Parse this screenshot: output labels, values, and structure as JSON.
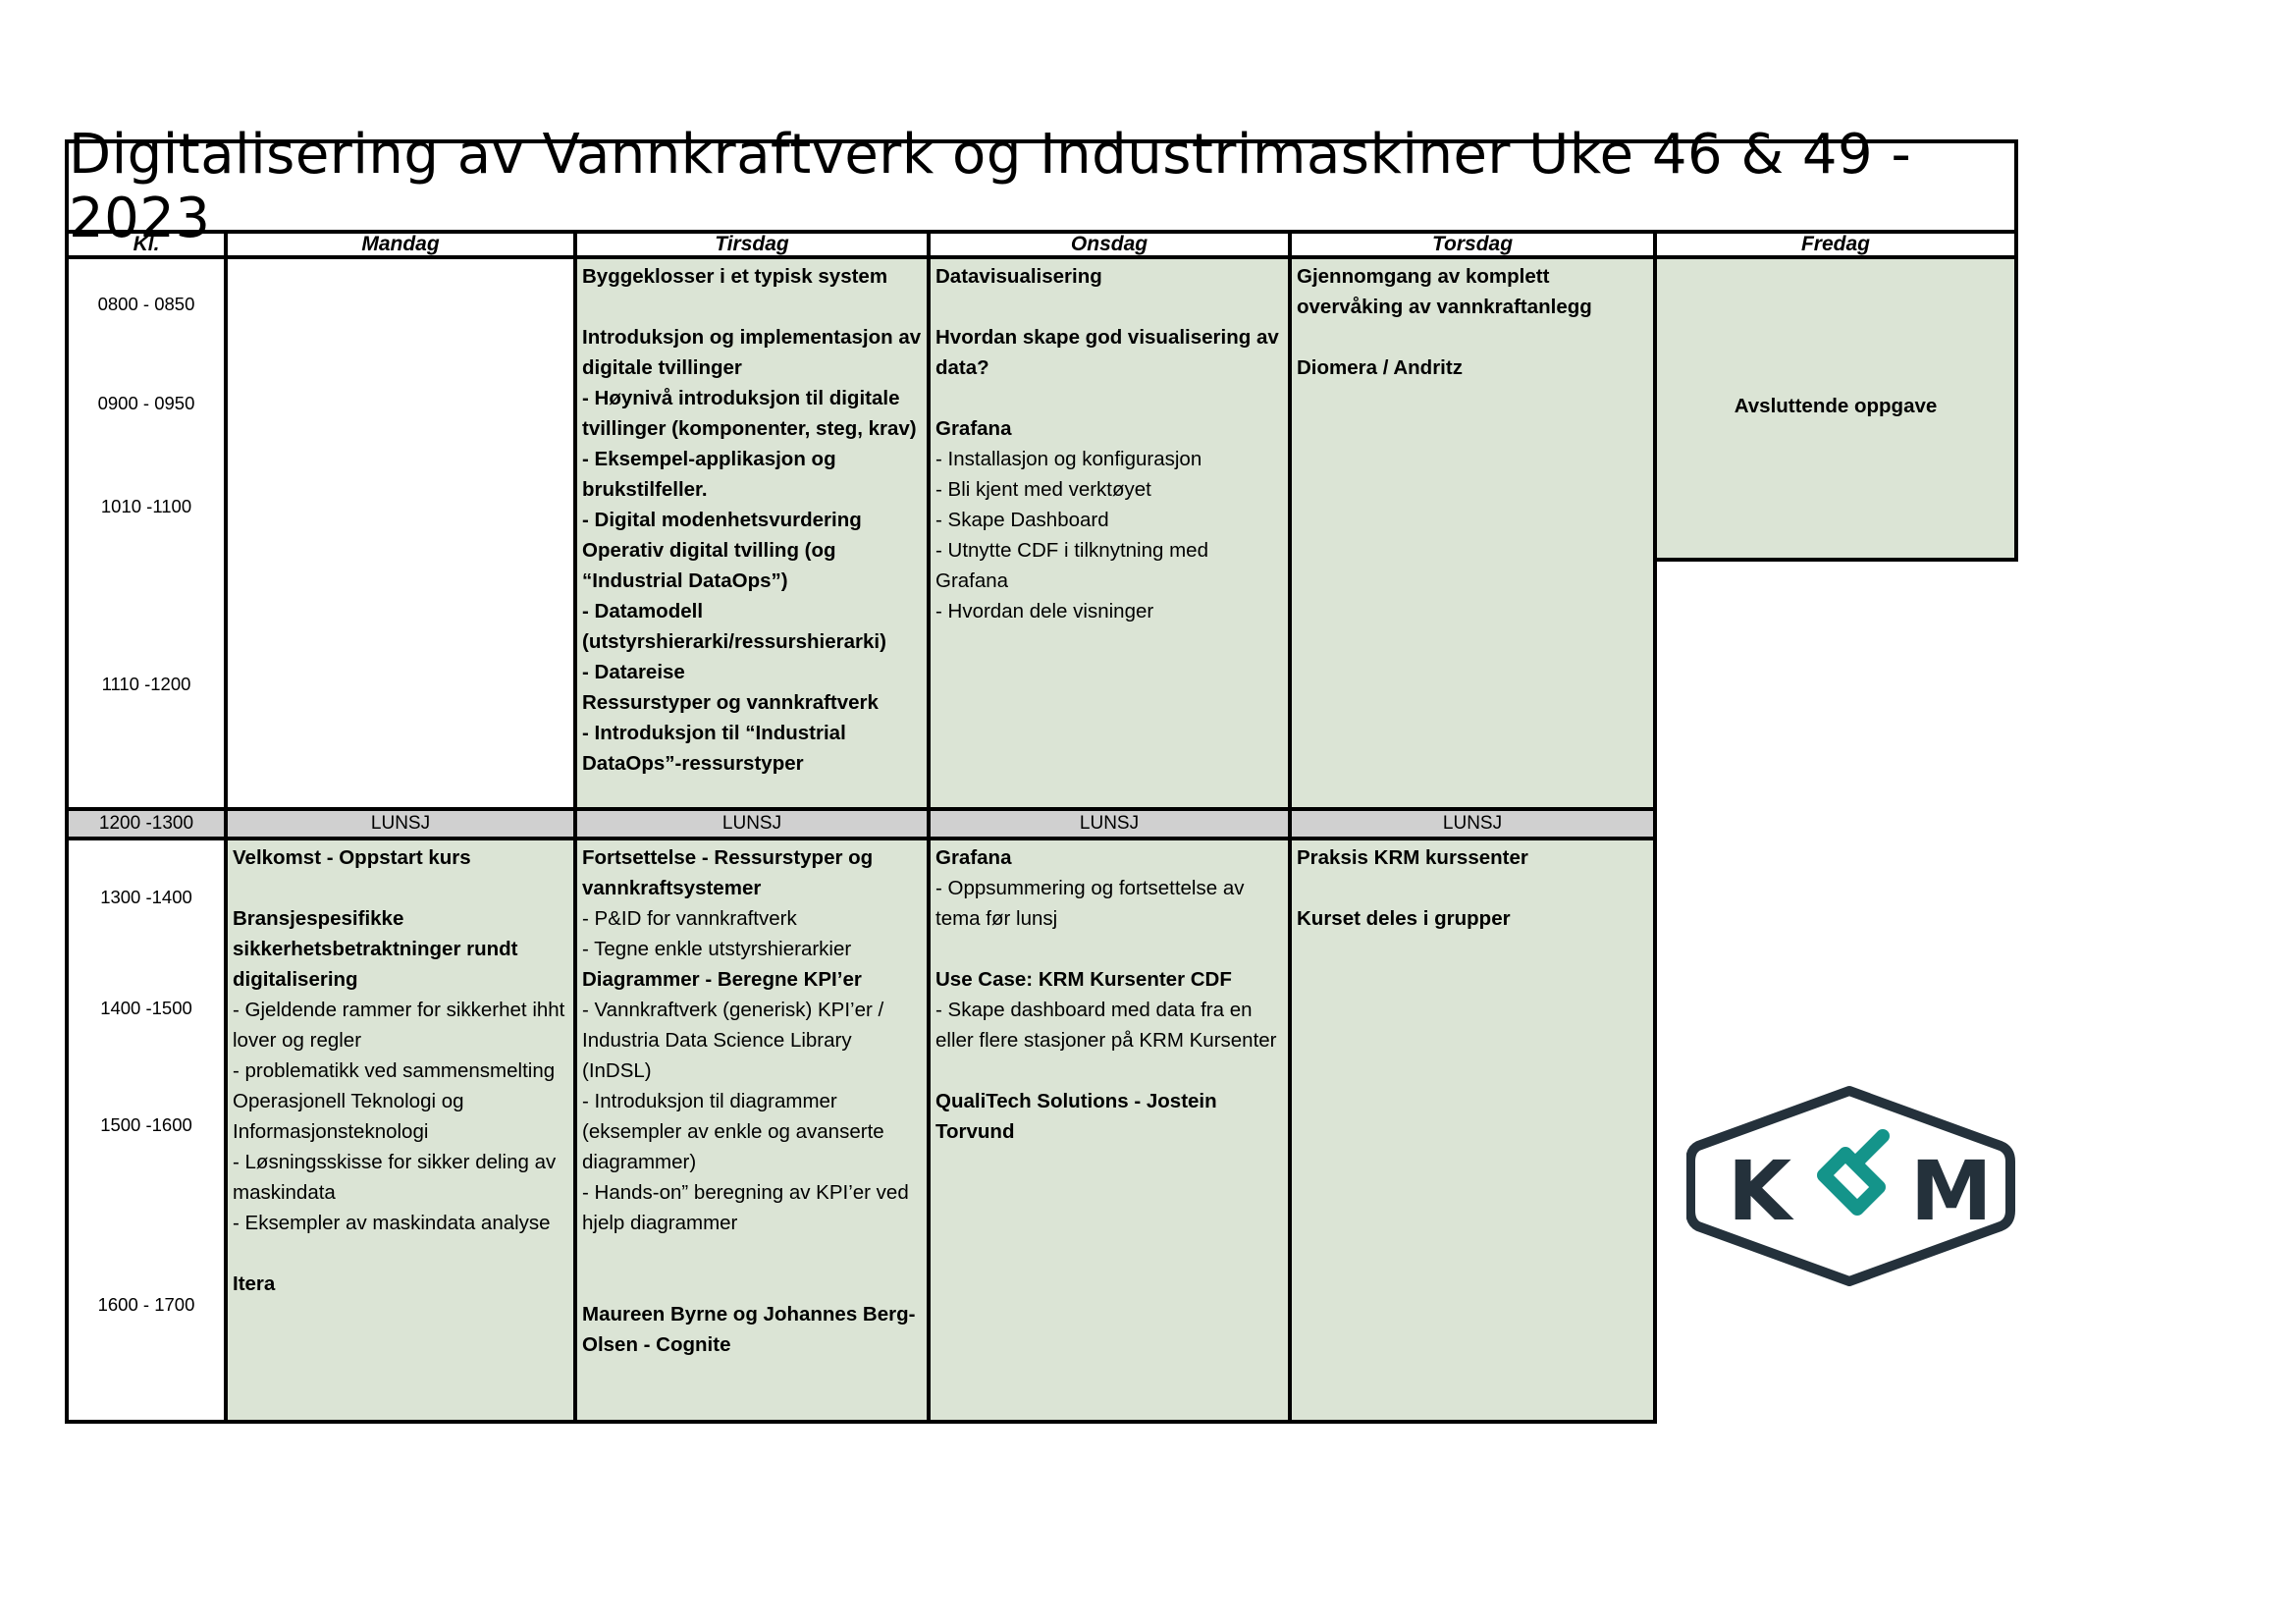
{
  "title": "Digitalisering av Vannkraftverk og Industrimaskiner Uke 46 & 49 - 2023",
  "headers": {
    "kl": "Kl.",
    "mandag": "Mandag",
    "tirsdag": "Tirsdag",
    "onsdag": "Onsdag",
    "torsdag": "Torsdag",
    "fredag": "Fredag"
  },
  "times": [
    "0800 - 0850",
    "0900 - 0950",
    "1010 -1100",
    "1110 -1200",
    "1200 -1300",
    "1300 -1400",
    "1400 -1500",
    "1500 -1600",
    "1600 - 1700"
  ],
  "lunsj": "LUNSJ",
  "morning": {
    "tirsdag": [
      {
        "t": "Byggeklosser i et typisk system",
        "b": true
      },
      {
        "t": "",
        "b": false
      },
      {
        "t": "Introduksjon og implementasjon av digitale tvillinger",
        "b": true
      },
      {
        "t": "- Høynivå introduksjon til digitale tvillinger (komponenter, steg, krav)",
        "b": true
      },
      {
        "t": "- Eksempel-applikasjon og brukstilfeller.",
        "b": true
      },
      {
        "t": "- Digital modenhetsvurdering",
        "b": true
      },
      {
        "t": " Operativ digital tvilling (og “Industrial DataOps”)",
        "b": true
      },
      {
        "t": "- Datamodell (utstyrshierarki/ressurshierarki)",
        "b": true
      },
      {
        "t": "- Datareise",
        "b": true
      },
      {
        "t": "Ressurstyper og vannkraftverk",
        "b": true
      },
      {
        "t": "- Introduksjon til “Industrial DataOps”-ressurstyper",
        "b": true
      }
    ],
    "onsdag": [
      {
        "t": "Datavisualisering",
        "b": true
      },
      {
        "t": "",
        "b": false
      },
      {
        "t": "Hvordan skape god visualisering av data?",
        "b": true
      },
      {
        "t": "",
        "b": false
      },
      {
        "t": "Grafana",
        "b": true
      },
      {
        "t": "- Installasjon og konfigurasjon",
        "b": false
      },
      {
        "t": "- Bli kjent med verktøyet",
        "b": false
      },
      {
        "t": "- Skape Dashboard",
        "b": false
      },
      {
        "t": "- Utnytte CDF i tilknytning med Grafana",
        "b": false
      },
      {
        "t": "- Hvordan dele visninger",
        "b": false
      }
    ],
    "torsdag": [
      {
        "t": "Gjennomgang av komplett overvåking av vannkraftanlegg",
        "b": true
      },
      {
        "t": "",
        "b": false
      },
      {
        "t": "Diomera / Andritz",
        "b": true
      }
    ],
    "fredag": "Avsluttende oppgave"
  },
  "afternoon": {
    "mandag": [
      {
        "t": "Velkomst   -   Oppstart kurs",
        "b": true
      },
      {
        "t": "",
        "b": false
      },
      {
        "t": "Bransjespesifikke sikkerhetsbetraktninger rundt digitalisering",
        "b": true
      },
      {
        "t": "- Gjeldende rammer for sikkerhet ihht lover og regler",
        "b": false
      },
      {
        "t": "- problematikk ved sammensmelting Operasjonell Teknologi og Informasjonsteknologi",
        "b": false
      },
      {
        "t": "- Løsningsskisse for sikker deling av maskindata",
        "b": false
      },
      {
        "t": "- Eksempler av maskindata analyse",
        "b": false
      },
      {
        "t": "",
        "b": false
      },
      {
        "t": " Itera",
        "b": true
      }
    ],
    "tirsdag": [
      {
        "t": "Fortsettelse -  Ressurstyper og vannkraftsystemer",
        "b": true
      },
      {
        "t": " - P&ID for vannkraftverk",
        "b": false
      },
      {
        "t": " - Tegne enkle utstyrshierarkier",
        "b": false
      },
      {
        "t": "Diagrammer - Beregne KPI’er",
        "b": true
      },
      {
        "t": "- Vannkraftverk (generisk) KPI’er / Industria Data Science Library (InDSL)",
        "b": false
      },
      {
        "t": "- Introduksjon til diagrammer (eksempler av enkle og avanserte diagrammer)",
        "b": false
      },
      {
        "t": "- Hands-on” beregning av KPI’er ved hjelp diagrammer",
        "b": false
      },
      {
        "t": "",
        "b": false
      },
      {
        "t": "",
        "b": false
      },
      {
        "t": "Maureen Byrne og Johannes Berg-Olsen - Cognite",
        "b": true
      }
    ],
    "onsdag": [
      {
        "t": "Grafana",
        "b": true
      },
      {
        "t": "- Oppsummering og fortsettelse av tema før lunsj",
        "b": false
      },
      {
        "t": "",
        "b": false
      },
      {
        "t": "Use Case: KRM Kursenter CDF",
        "b": true
      },
      {
        "t": "- Skape dashboard med data fra en eller flere stasjoner på KRM Kursenter",
        "b": false
      },
      {
        "t": "",
        "b": false
      },
      {
        "t": "QualiTech Solutions - Jostein Torvund",
        "b": true
      }
    ],
    "torsdag": [
      {
        "t": "Praksis KRM kurssenter",
        "b": true
      },
      {
        "t": "",
        "b": false
      },
      {
        "t": "Kurset deles i grupper",
        "b": true
      }
    ]
  },
  "logo": {
    "left": "K",
    "right": "M",
    "name": "krm-logo",
    "dark": "#24313b",
    "teal": "#14948a"
  }
}
